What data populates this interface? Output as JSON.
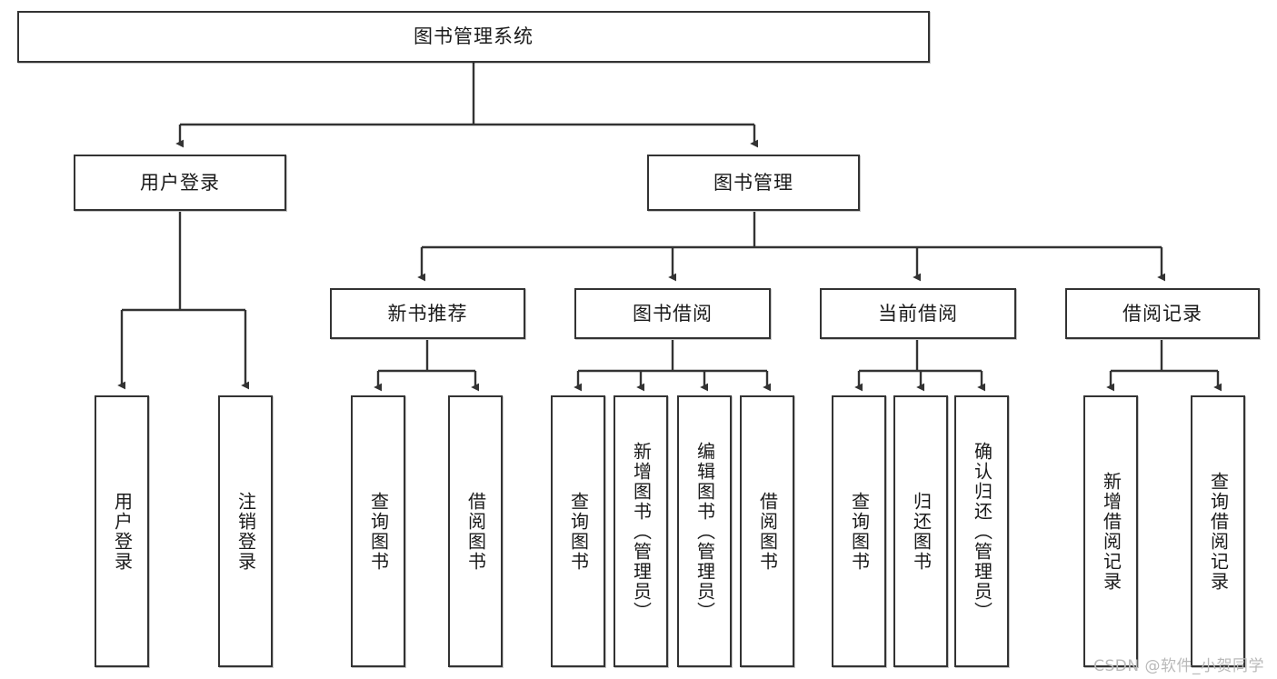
{
  "diagram": {
    "title": "图书管理系统",
    "type": "tree-hierarchy-diagram",
    "stroke_color": "#333333",
    "fill_color": "#ffffff",
    "text_color": "#1a1a1a",
    "root": {
      "label": "图书管理系统"
    },
    "level2": [
      {
        "label": "用户登录"
      },
      {
        "label": "图书管理"
      }
    ],
    "level3": [
      {
        "label": "新书推荐"
      },
      {
        "label": "图书借阅"
      },
      {
        "label": "当前借阅"
      },
      {
        "label": "借阅记录"
      }
    ],
    "leaves": {
      "user_login": [
        {
          "label": "用户登录"
        },
        {
          "label": "注销登录"
        }
      ],
      "new_book_recommend": [
        {
          "label": "查询图书"
        },
        {
          "label": "借阅图书"
        }
      ],
      "book_borrow": [
        {
          "label": "查询图书"
        },
        {
          "label": "新增图书（管理员）"
        },
        {
          "label": "编辑图书（管理员）"
        },
        {
          "label": "借阅图书"
        }
      ],
      "current_borrow": [
        {
          "label": "查询图书"
        },
        {
          "label": "归还图书"
        },
        {
          "label": "确认归还（管理员）"
        }
      ],
      "borrow_record": [
        {
          "label": "新增借阅记录"
        },
        {
          "label": "查询借阅记录"
        }
      ]
    }
  },
  "watermark": {
    "text": "CSDN @软件_小贺同学"
  }
}
